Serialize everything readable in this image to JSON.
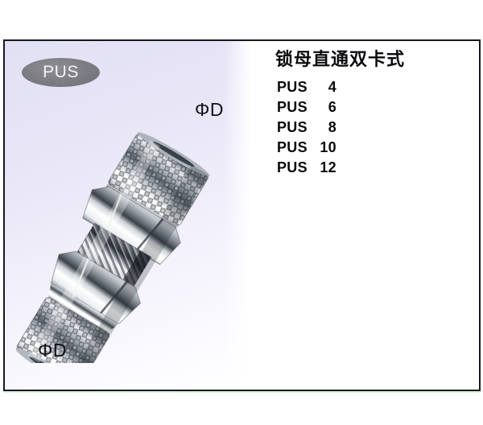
{
  "page": {
    "background_color": "#ffffff",
    "card_border_color": "#181820",
    "card_underline_color": "#dff0df"
  },
  "image_panel": {
    "background_gradient_from": "#e2e0f4",
    "background_gradient_to": "#ffffff",
    "badge": {
      "label": "PUS",
      "shape": "ellipse",
      "fill_color": "#7b7b82",
      "text_color": "#f4f4f6"
    },
    "product_photo": {
      "alt": "chrome plated pneumatic union straight double-ferrule compression fitting",
      "body_color": "#c9cdd4",
      "highlight_color": "#ffffff",
      "shadow_color": "#2b2f36"
    },
    "dimension_labels": [
      {
        "text": "ΦD",
        "position": "top-right"
      },
      {
        "text": "ΦD",
        "position": "bottom-left"
      }
    ]
  },
  "text_panel": {
    "title": "锁母直通双卡式",
    "items": [
      {
        "prefix": "PUS",
        "size": "4"
      },
      {
        "prefix": "PUS",
        "size": "6"
      },
      {
        "prefix": "PUS",
        "size": "8"
      },
      {
        "prefix": "PUS",
        "size": "10"
      },
      {
        "prefix": "PUS",
        "size": "12"
      }
    ]
  }
}
